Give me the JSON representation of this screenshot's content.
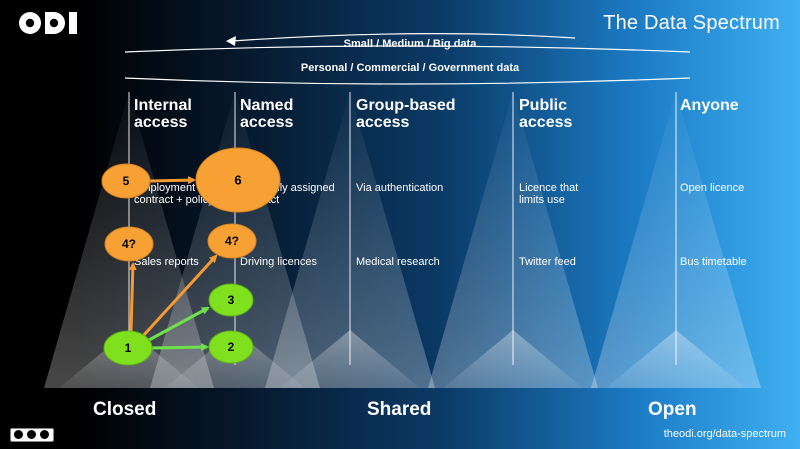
{
  "title": "The Data Spectrum",
  "scales": {
    "top": "Small  /  Medium  /  Big data",
    "bottom": "Personal  /  Commercial  /  Government data"
  },
  "columns": [
    {
      "header": "Internal\naccess",
      "example_1": "Employment\ncontract + policy",
      "example_2": "Sales reports"
    },
    {
      "header": "Named\naccess",
      "example_1": "Bilaterally assigned\ncontract",
      "example_2": "Driving licences"
    },
    {
      "header": "Group-based\naccess",
      "example_1": "Via authentication",
      "example_2": "Medical research"
    },
    {
      "header": "Public\naccess",
      "example_1": "Licence that\nlimits use",
      "example_2": "Twitter feed"
    },
    {
      "header": "Anyone",
      "example_1": "Open licence",
      "example_2": "Bus timetable"
    }
  ],
  "spectrum": {
    "closed": "Closed",
    "shared": "Shared",
    "open": "Open"
  },
  "url": "theodi.org/data-spectrum",
  "colors": {
    "orange": "#f7a033",
    "green": "#7fe01e",
    "arrow_orange": "#f59a30",
    "arrow_green": "#6fe04a"
  },
  "nodes": [
    {
      "id": "n1",
      "label": "1",
      "color": "green"
    },
    {
      "id": "n2",
      "label": "2",
      "color": "green"
    },
    {
      "id": "n3",
      "label": "3",
      "color": "green"
    },
    {
      "id": "n4a",
      "label": "4?",
      "color": "orange"
    },
    {
      "id": "n4b",
      "label": "4?",
      "color": "orange"
    },
    {
      "id": "n5",
      "label": "5",
      "color": "orange"
    },
    {
      "id": "n6",
      "label": "6",
      "color": "orange"
    }
  ],
  "edges": [
    {
      "from": "n1",
      "to": "n4a",
      "color": "orange"
    },
    {
      "from": "n1",
      "to": "n4b",
      "color": "orange"
    },
    {
      "from": "n1",
      "to": "n3",
      "color": "green"
    },
    {
      "from": "n1",
      "to": "n2",
      "color": "green"
    },
    {
      "from": "n5",
      "to": "n6",
      "color": "orange"
    }
  ]
}
